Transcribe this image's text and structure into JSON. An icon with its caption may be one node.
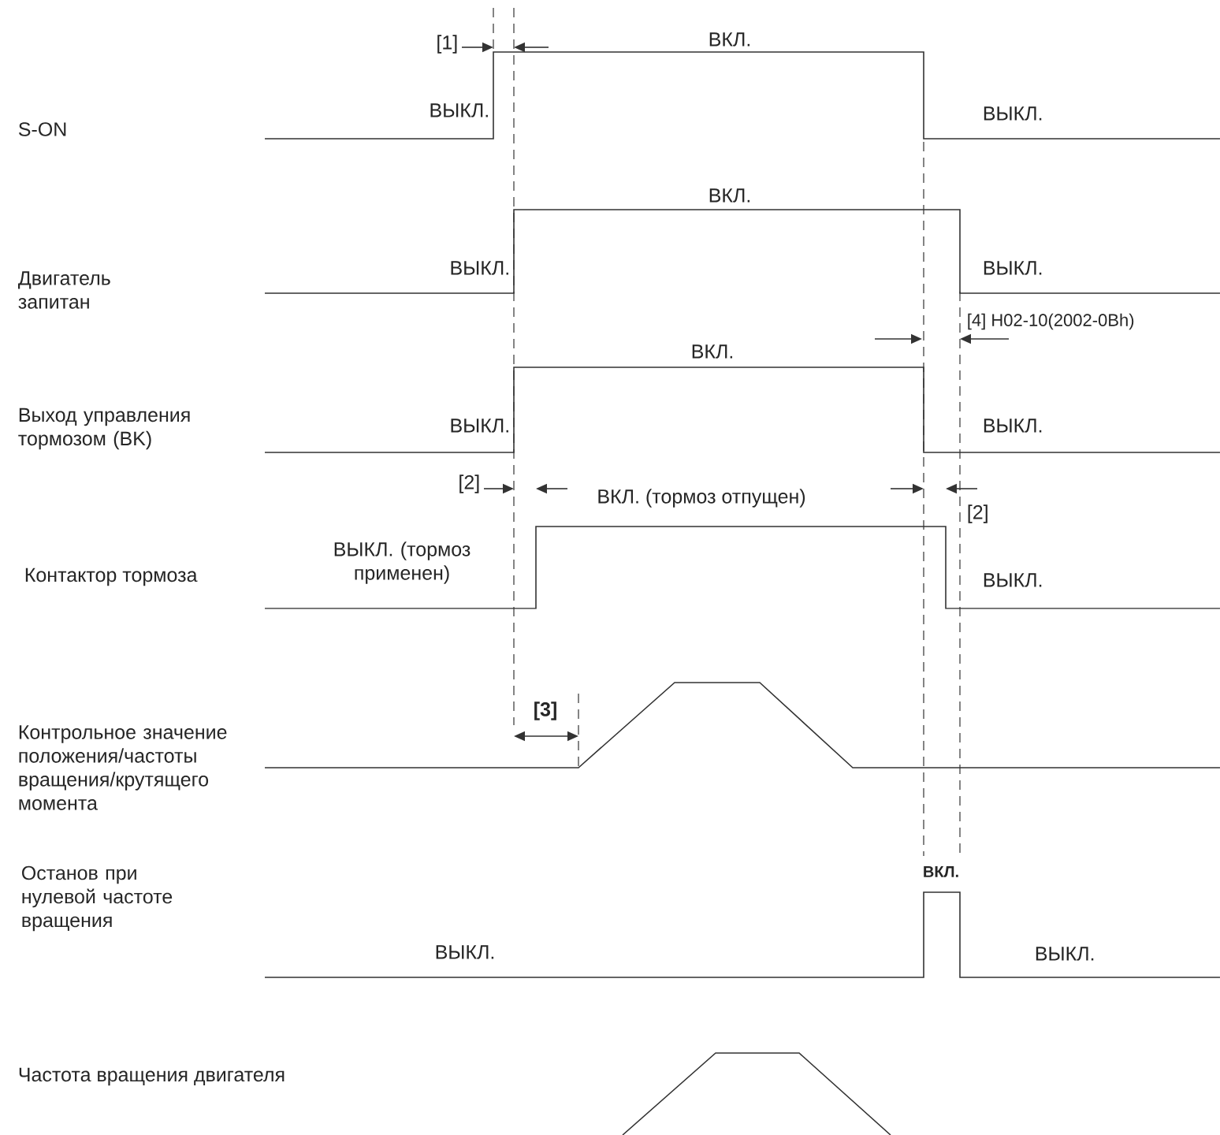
{
  "diagram": {
    "labels": [
      "[1]",
      "ВКЛ.",
      "S-ON",
      "ВЫКЛ.",
      "ВЫКЛ.",
      "ВКЛ.",
      "Двигатель запитан",
      "ВЫКЛ.",
      "ВЫКЛ.",
      "[4] H02-10(2002-0Bh)",
      "ВКЛ.",
      "Выход управления тормозом (BK)",
      "ВЫКЛ.",
      "ВЫКЛ.",
      "[2]",
      "ВКЛ. (тормоз отпущен)",
      "[2]",
      "ВЫКЛ. (тормоз применен)",
      "Контактор тормоза",
      "ВЫКЛ.",
      "Контрольное значение положения/частоты вращения/крутящего момента",
      "[3]",
      "ВКЛ.",
      "Останов при нулевой частоте вращения",
      "ВЫКЛ.",
      "ВЫКЛ.",
      "Частота вращения двигателя"
    ]
  }
}
